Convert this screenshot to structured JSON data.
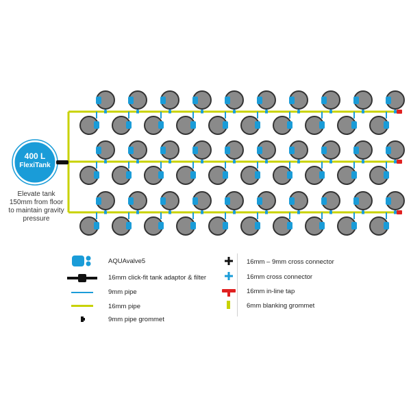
{
  "tank": {
    "capacity": "400 L",
    "name": "FlexiTank",
    "note": "Elevate tank 150mm from floor to maintain gravity pressure"
  },
  "system": {
    "rows": 3,
    "pots_per_row_upper": 10,
    "pots_per_row_lower": 10
  },
  "colors": {
    "pipe_16mm": "#c8d200",
    "pipe_9mm": "#1a9cd8",
    "valve": "#1a9cd8",
    "pot": "#8a8a8a",
    "pot_rim": "#333333",
    "tap": "#e02020",
    "tank": "#1a9cd8"
  },
  "legend": {
    "left": [
      {
        "icon": "aquavalve-icon",
        "label": "AQUAvalve5"
      },
      {
        "icon": "tank-adaptor-filter-icon",
        "label": "16mm click-fit tank adaptor & filter"
      },
      {
        "icon": "pipe-9mm-icon",
        "label": "9mm pipe"
      },
      {
        "icon": "pipe-16mm-icon",
        "label": "16mm pipe"
      },
      {
        "icon": "pipe-grommet-icon",
        "label": "9mm pipe grommet"
      }
    ],
    "right": [
      {
        "icon": "cross-connector-16-9-icon",
        "label": "16mm – 9mm cross connector"
      },
      {
        "icon": "cross-connector-16-icon",
        "label": "16mm cross connector"
      },
      {
        "icon": "inline-tap-icon",
        "label": "16mm in-line tap"
      },
      {
        "icon": "blanking-grommet-icon",
        "label": "6mm blanking grommet"
      }
    ]
  }
}
